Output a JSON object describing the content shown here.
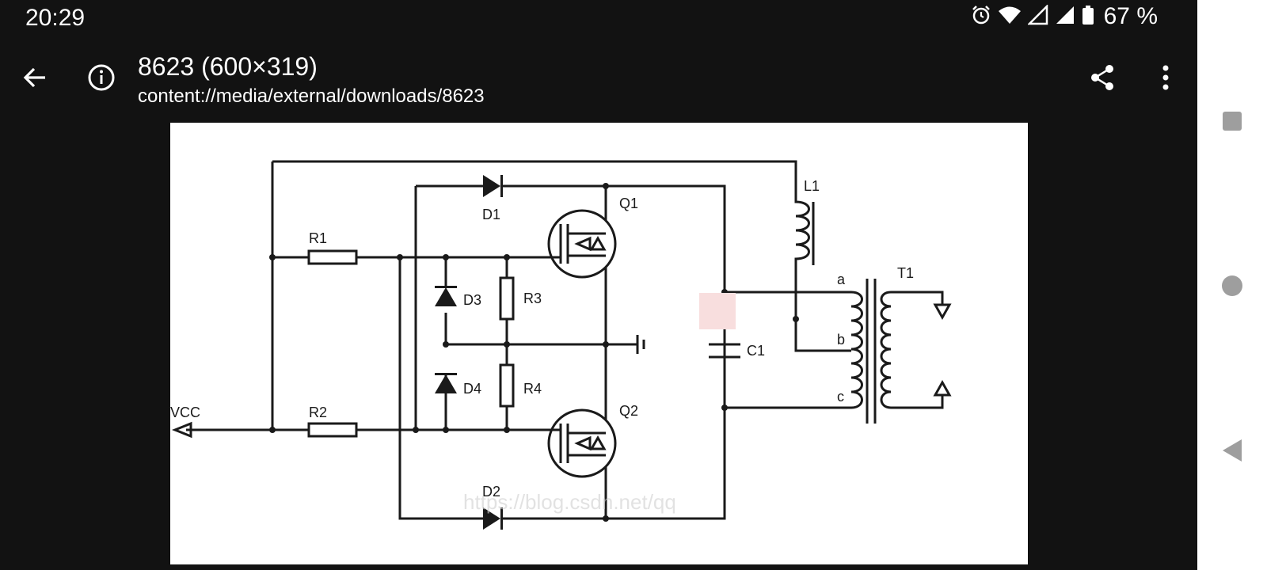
{
  "status_bar": {
    "time": "20:29",
    "battery": "67 %"
  },
  "app_bar": {
    "title": "8623 (600×319)",
    "subtitle": "content://media/external/downloads/8623"
  },
  "schematic": {
    "labels": {
      "vcc": "VCC",
      "r1": "R1",
      "r2": "R2",
      "r3": "R3",
      "r4": "R4",
      "d1": "D1",
      "d2": "D2",
      "d3": "D3",
      "d4": "D4",
      "q1": "Q1",
      "q2": "Q2",
      "c1": "C1",
      "l1": "L1",
      "t1": "T1",
      "tap_a": "a",
      "tap_b": "b",
      "tap_c": "c"
    },
    "watermark": "https://blog.csdn.net/qq"
  },
  "icons": {
    "back": "arrow-left-icon",
    "info": "info-icon",
    "share": "share-icon",
    "more": "more-vert-icon",
    "alarm": "alarm-icon",
    "wifi": "wifi-icon",
    "signal": "signal-icon",
    "battery": "battery-icon"
  },
  "colors": {
    "background": "#121212",
    "text": "#ffffff",
    "line": "#1a1a1a",
    "nav_icon": "#9e9e9e"
  }
}
